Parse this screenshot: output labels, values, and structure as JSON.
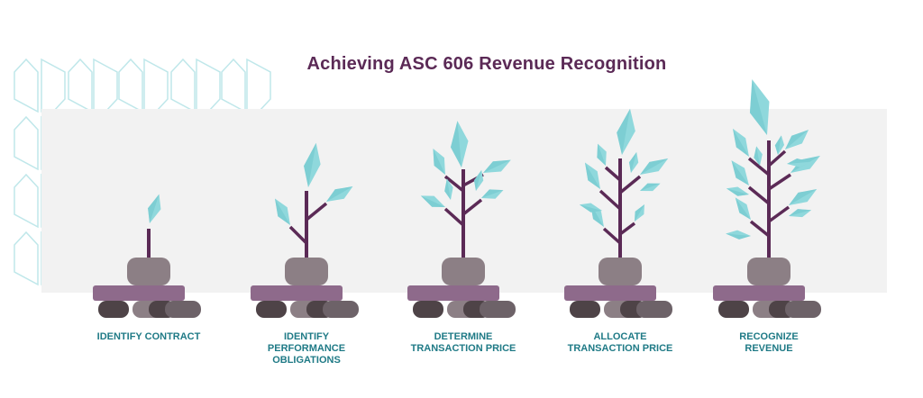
{
  "title": "Achieving ASC 606 Revenue Recognition",
  "colors": {
    "title": "#5b2a56",
    "label": "#1f7a86",
    "stem": "#5b2a56",
    "leaf": "#8fd8dc",
    "leaf_dark": "#6fc6cc",
    "panel": "#f2f2f2",
    "pattern": "#bfe7ea",
    "stone_light": "#8c7f85",
    "stone_mid": "#6d6268",
    "stone_dark": "#4e4347",
    "stone_purple": "#8e6a8b"
  },
  "steps": [
    {
      "label_lines": [
        "IDENTIFY CONTRACT"
      ]
    },
    {
      "label_lines": [
        "IDENTIFY",
        "PERFORMANCE",
        "OBLIGATIONS"
      ]
    },
    {
      "label_lines": [
        "DETERMINE",
        "TRANSACTION PRICE"
      ]
    },
    {
      "label_lines": [
        "ALLOCATE",
        "TRANSACTION PRICE"
      ]
    },
    {
      "label_lines": [
        "RECOGNIZE",
        "REVENUE"
      ]
    }
  ]
}
